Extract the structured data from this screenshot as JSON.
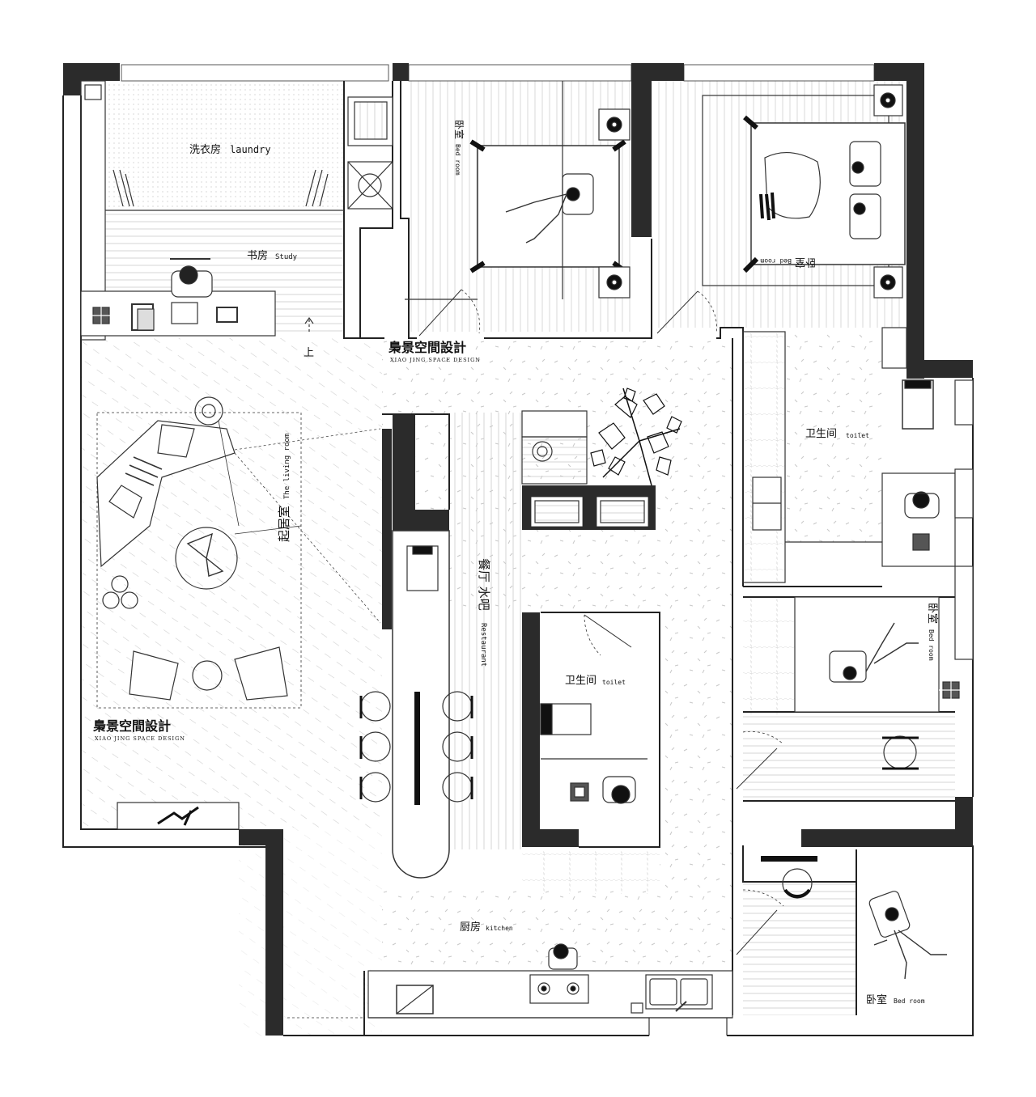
{
  "rooms": {
    "laundry": {
      "cn": "洗衣房",
      "en": "laundry"
    },
    "study": {
      "cn": "书房",
      "en": "Study"
    },
    "stair": {
      "label": "上"
    },
    "bedroom_a": {
      "cn": "卧室",
      "en": "Bed room"
    },
    "bedroom_b": {
      "cn": "卧室",
      "en": "Bed room"
    },
    "toilet_master": {
      "cn": "卫生间",
      "en": "toilet"
    },
    "living": {
      "cn": "起居室",
      "en": "The living room"
    },
    "dining": {
      "cn": "餐厅 水吧",
      "en": "Restaurant"
    },
    "toilet_guest": {
      "cn": "卫生间",
      "en": "toilet"
    },
    "bedroom_c": {
      "cn": "卧室",
      "en": "Bed room"
    },
    "kitchen": {
      "cn": "厨房",
      "en": "kitchen"
    },
    "bedroom_d": {
      "cn": "卧室",
      "en": "Bed room"
    }
  },
  "brand": {
    "name": "梟景空間設計",
    "sub": "XIAO JING SPACE DESIGN"
  },
  "colors": {
    "wall": "#2b2b2b",
    "line": "#333333",
    "hatch": "#cfcfcf"
  }
}
